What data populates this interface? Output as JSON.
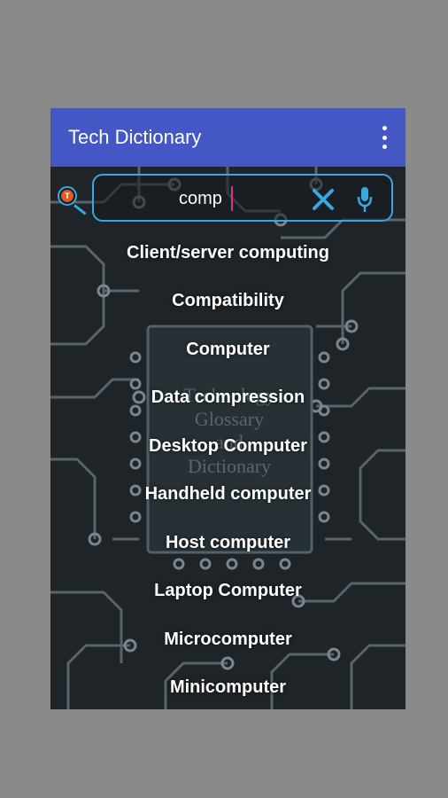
{
  "appbar": {
    "title": "Tech Dictionary",
    "overflow_icon": "more-vert-icon",
    "background": "#4557c4"
  },
  "search": {
    "value": "comp",
    "clear_icon": "close-icon",
    "mic_icon": "microphone-icon",
    "accent_color": "#3aa8e0",
    "caret_color": "#e0327a"
  },
  "logo": {
    "letter": "T",
    "icon": "app-logo-icon"
  },
  "results": [
    "Client/server computing",
    "Compatibility",
    "Computer",
    "Data compression",
    "Desktop Computer",
    "Handheld computer",
    "Host computer",
    "Laptop Computer",
    "Microcomputer",
    "Minicomputer"
  ],
  "background": {
    "image": "circuit-board-background",
    "watermark_lines": [
      "Technology",
      "Glossary",
      "and",
      "Dictionary"
    ]
  }
}
